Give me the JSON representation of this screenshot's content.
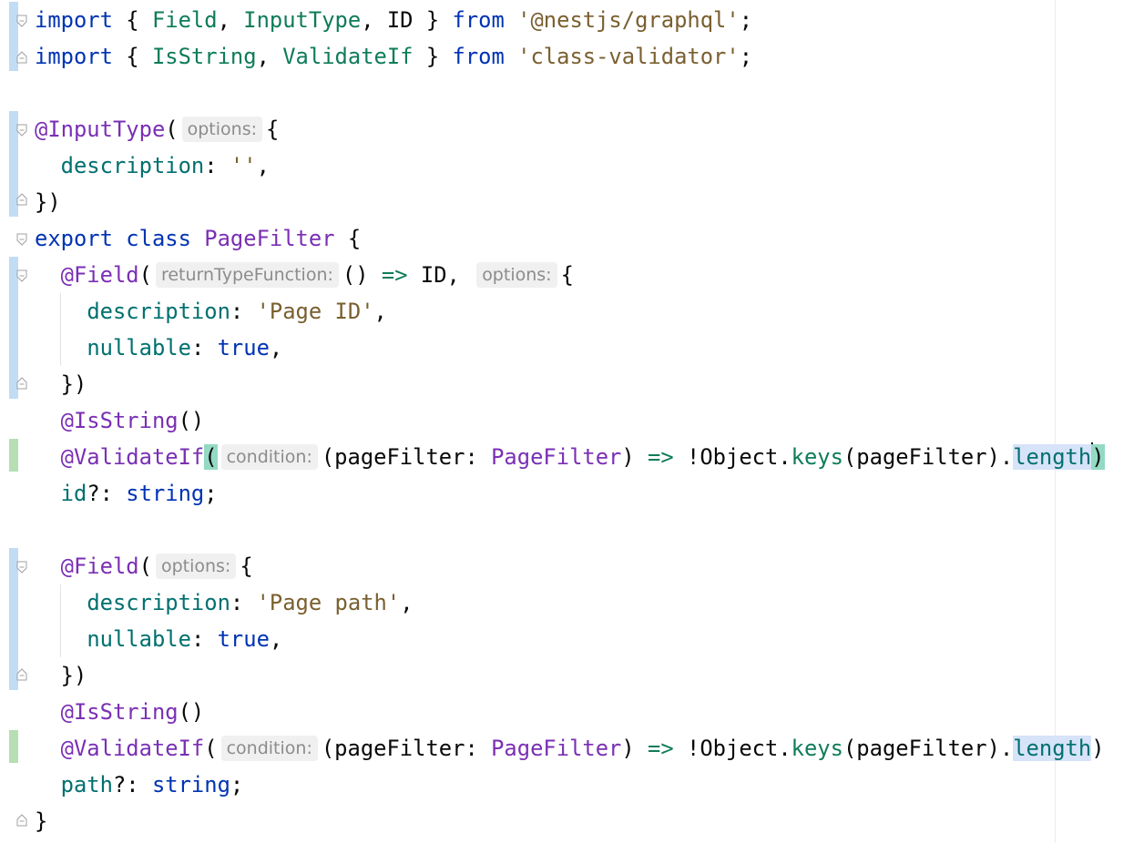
{
  "editor": {
    "language": "typescript",
    "lines": {
      "l1": {
        "kw": "import",
        "p1": " { ",
        "a": "Field",
        "p2": ", ",
        "b": "InputType",
        "p3": ", ",
        "c": "ID",
        "p4": " } ",
        "kw2": "from",
        "sp": " ",
        "str": "'@nestjs/graphql'",
        "end": ";"
      },
      "l2": {
        "kw": "import",
        "p1": " { ",
        "a": "IsString",
        "p2": ", ",
        "b": "ValidateIf",
        "p3": " } ",
        "kw2": "from",
        "sp": " ",
        "str": "'class-validator'",
        "end": ";"
      },
      "l4": {
        "dec": "@InputType",
        "p1": "(",
        "hint": "options:",
        "end": "{"
      },
      "l5": {
        "indent": "  ",
        "prop": "description",
        "p1": ": ",
        "str": "''",
        "end": ","
      },
      "l6": {
        "text": "})"
      },
      "l7": {
        "kw": "export",
        "sp": " ",
        "kw2": "class",
        "sp2": " ",
        "cls": "PageFilter",
        "end": " {"
      },
      "l8": {
        "indent": "  ",
        "dec": "@Field",
        "p1": "(",
        "hint": "returnTypeFunction:",
        "p2": "() ",
        "op": "=>",
        "p3": " ID, ",
        "hint2": "options:",
        "end": "{"
      },
      "l9": {
        "indent": "    ",
        "prop": "description",
        "p1": ": ",
        "str": "'Page ID'",
        "end": ","
      },
      "l10": {
        "indent": "    ",
        "prop": "nullable",
        "p1": ": ",
        "kw": "true",
        "end": ","
      },
      "l11": {
        "indent": "  ",
        "text": "})"
      },
      "l12": {
        "indent": "  ",
        "dec": "@IsString",
        "end": "()"
      },
      "l13": {
        "indent": "  ",
        "dec": "@ValidateIf",
        "paren": "(",
        "hint": "condition:",
        "p1": "(pageFilter: ",
        "cls": "PageFilter",
        "p2": ") ",
        "op": "=>",
        "p3": " !Object.",
        "fn": "keys",
        "p4": "(pageFilter).",
        "prop": "length",
        "end": ")"
      },
      "l14": {
        "indent": "  ",
        "prop": "id",
        "p1": "?: ",
        "kw": "string",
        "end": ";"
      },
      "l16": {
        "indent": "  ",
        "dec": "@Field",
        "p1": "(",
        "hint": "options:",
        "end": "{"
      },
      "l17": {
        "indent": "    ",
        "prop": "description",
        "p1": ": ",
        "str": "'Page path'",
        "end": ","
      },
      "l18": {
        "indent": "    ",
        "prop": "nullable",
        "p1": ": ",
        "kw": "true",
        "end": ","
      },
      "l19": {
        "indent": "  ",
        "text": "})"
      },
      "l20": {
        "indent": "  ",
        "dec": "@IsString",
        "end": "()"
      },
      "l21": {
        "indent": "  ",
        "dec": "@ValidateIf",
        "paren": "(",
        "hint": "condition:",
        "p1": "(pageFilter: ",
        "cls": "PageFilter",
        "p2": ") ",
        "op": "=>",
        "p3": " !Object.",
        "fn": "keys",
        "p4": "(pageFilter).",
        "prop": "length",
        "end": ")"
      },
      "l22": {
        "indent": "  ",
        "prop": "path",
        "p1": "?: ",
        "kw": "string",
        "end": ";"
      },
      "l23": {
        "text": "}"
      }
    }
  },
  "colors": {
    "keyword": "#0033b3",
    "string": "#7a5f2f",
    "class": "#7a2fb4",
    "property": "#00706f",
    "function": "#0e7c5a",
    "gutter_modified": "#c2dcf5",
    "gutter_added": "#b6dfb4"
  }
}
